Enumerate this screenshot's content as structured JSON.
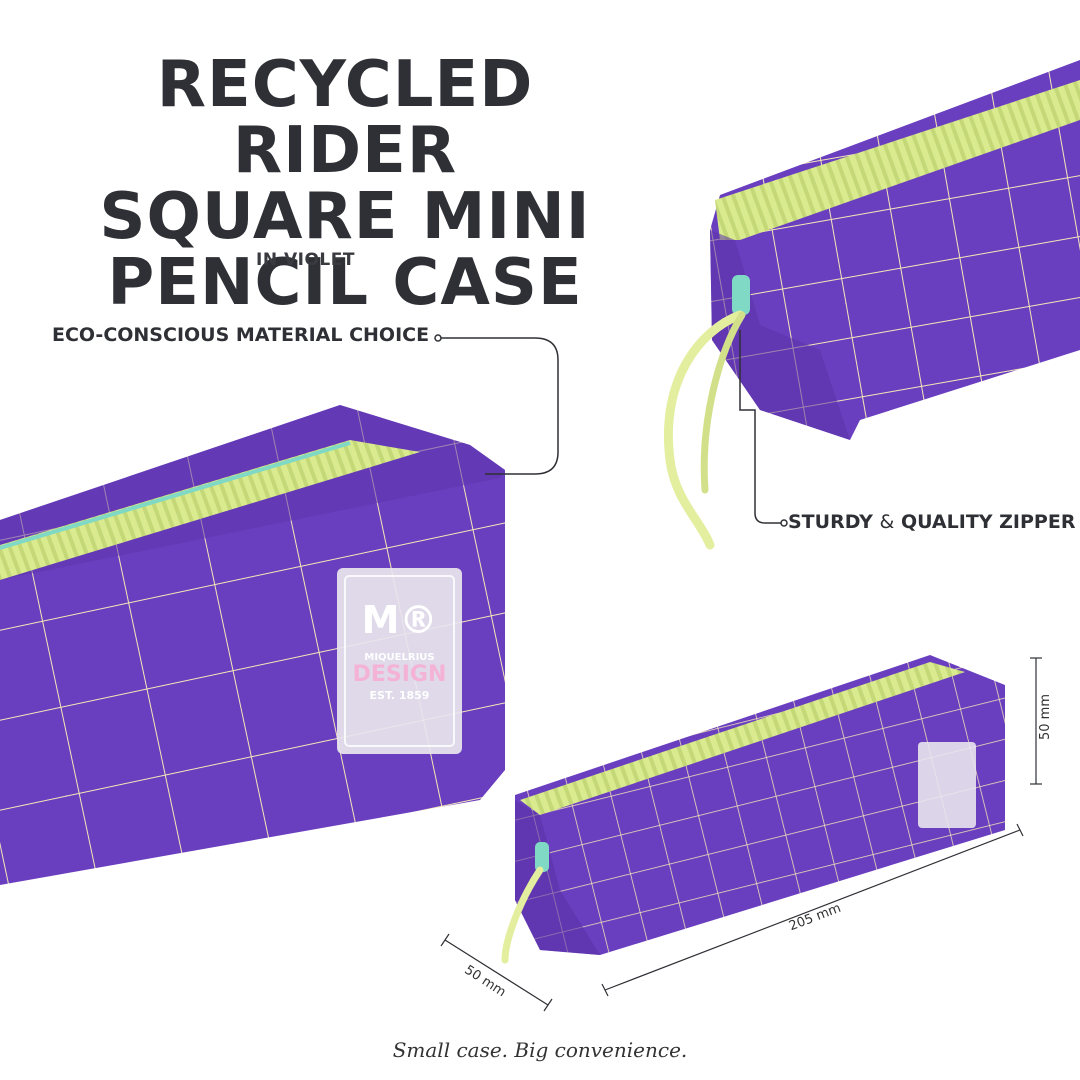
{
  "title": {
    "line1": "RECYCLED RIDER",
    "line2": "SQUARE MINI",
    "line3": "PENCIL CASE"
  },
  "subtitle": "IN VIOLET",
  "callouts": {
    "material": "ECO-CONSCIOUS MATERIAL CHOICE",
    "zipper_a": "STURDY",
    "zipper_amp": "&",
    "zipper_b": "QUALITY ZIPPER"
  },
  "label_patch": {
    "logo": "M®",
    "brand_small": "MIQUELRIUS",
    "brand_design": "DESIGN",
    "established": "EST. 1859"
  },
  "dimensions": {
    "length": "205 mm",
    "width": "50 mm",
    "height": "50 mm"
  },
  "tagline": "Small case. Big convenience.",
  "colors": {
    "violet": "#6a3fbf",
    "grid": "#f3e7b8",
    "zipper": "#d9ea8f",
    "zipper_pull": "#7fd9c4",
    "text": "#2f3035"
  }
}
